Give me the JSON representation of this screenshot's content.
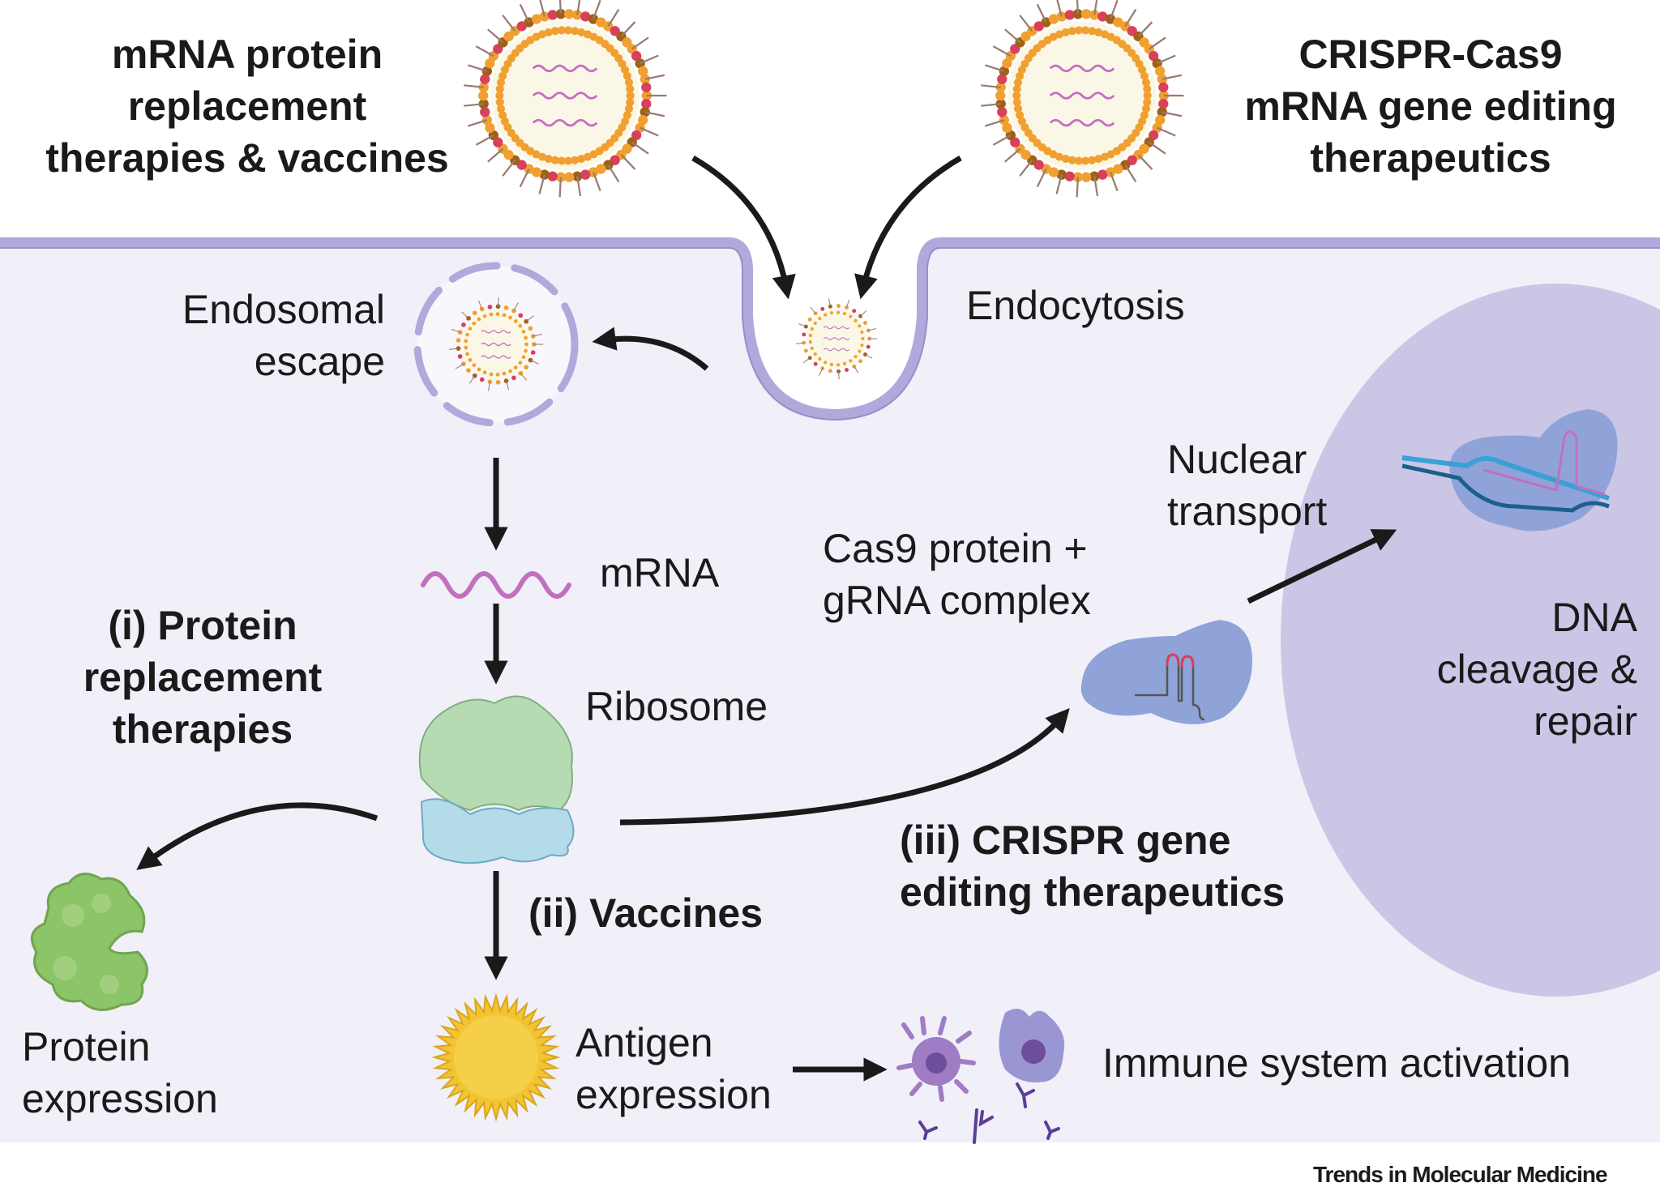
{
  "colors": {
    "background": "#ffffff",
    "cytoplasm": "#f1eff8",
    "membrane": "#b3a8dc",
    "membrane_dark": "#9b8ecb",
    "nucleus": "#cbc6e5",
    "arrow": "#1a1a1a",
    "text": "#1a1a1a",
    "lnp_orange": "#f0a030",
    "lnp_red": "#d9405e",
    "lnp_brown": "#a06018",
    "lnp_core": "#fbf7e6",
    "mrna": "#c070c0",
    "ribosome_large": "#b6dbb3",
    "ribosome_small": "#b3dbe8",
    "protein_green": "#8cc468",
    "antigen_yellow": "#f2c431",
    "cas9_blue": "#8fa3d8",
    "dna_blue": "#3aa0d8",
    "immune_purple": "#a07cc4",
    "immune_blue": "#9a96d4"
  },
  "labels": {
    "top_left": [
      "mRNA protein",
      "replacement",
      "therapies & vaccines"
    ],
    "top_right": [
      "CRISPR-Cas9",
      "mRNA gene editing",
      "therapeutics"
    ],
    "endocytosis": "Endocytosis",
    "endosomal_escape": [
      "Endosomal",
      "escape"
    ],
    "mrna": "mRNA",
    "ribosome": "Ribosome",
    "protein_replacement": [
      "(i) Protein",
      "replacement",
      "therapies"
    ],
    "protein_expression": [
      "Protein",
      "expression"
    ],
    "vaccines": "(ii) Vaccines",
    "antigen_expression": [
      "Antigen",
      "expression"
    ],
    "immune_activation": "Immune system activation",
    "cas9_complex": [
      "Cas9 protein +",
      "gRNA complex"
    ],
    "nuclear_transport": [
      "Nuclear",
      "transport"
    ],
    "dna_cleavage": [
      "DNA",
      "cleavage &",
      "repair"
    ],
    "crispr_therapeutics": [
      "(iii) CRISPR gene",
      "editing therapeutics"
    ],
    "journal_credit": "Trends in Molecular Medicine"
  }
}
